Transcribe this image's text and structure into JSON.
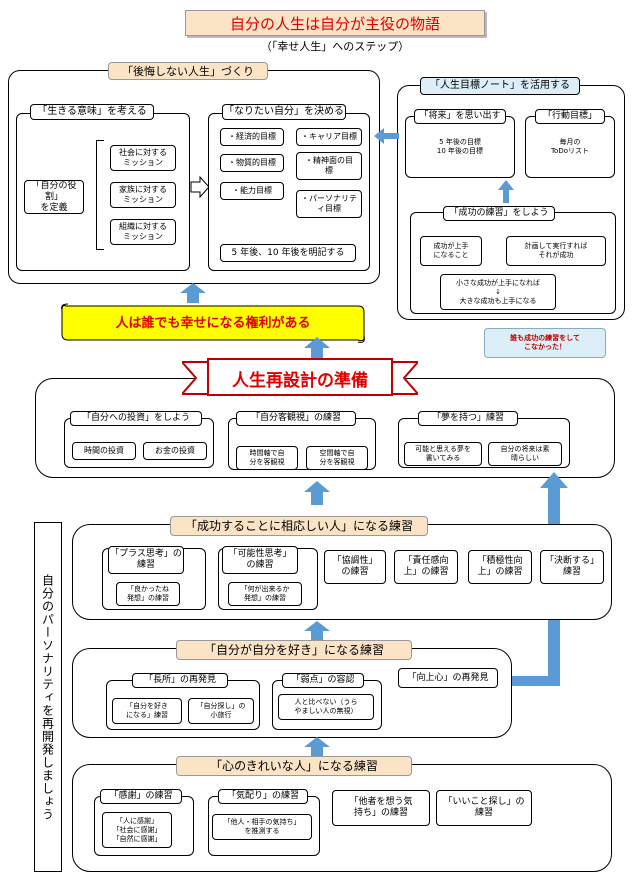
{
  "header": {
    "title": "自分の人生は自分が主役の物語",
    "subtitle": "（「幸せ人生」へのステップ）"
  },
  "top_left": {
    "title": "「後悔しない人生」づくり",
    "meaning": {
      "title": "「生きる意味」を考える",
      "role": "「自分の役割」\nを定義",
      "missions": [
        "社会に対する\nミッション",
        "家族に対する\nミッション",
        "組織に対する\nミッション"
      ]
    },
    "ideal": {
      "title": "「なりたい自分」を決める",
      "goals": [
        "・経済的目標",
        "・キャリア目標",
        "・物質的目標",
        "・精神面の目\n標",
        "・能力目標",
        "・パーソナリテ\nィ目標"
      ],
      "clarify": "5 年後、10 年後を明記する"
    }
  },
  "top_right": {
    "title": "「人生目標ノート」を活用する",
    "future": {
      "title": "「将来」を思い出す",
      "text": "5 年後の目標\n10 年後の目標"
    },
    "action": {
      "title": "「行動目標」",
      "text": "毎月の\nToDoリスト"
    },
    "success": {
      "title": "「成功の練習」をしよう",
      "items": [
        "成功が上手\nになること",
        "計画して実行すれば\nそれが成功",
        "小さな成功が上手になれば\n↓\n大きな成功も上手になる"
      ]
    },
    "callout": "誰も成功の練習をして\nこなかった！"
  },
  "banner": "人は誰でも幸せになる権利がある",
  "prep": {
    "title": "人生再設計の準備",
    "invest": {
      "title": "「自分への投資」をしよう",
      "items": [
        "時間の投資",
        "お金の投資"
      ]
    },
    "objective": {
      "title": "「自分客観視」の練習",
      "items": [
        "時間軸で自\n分を客観視",
        "空間軸で自\n分を客観視"
      ]
    },
    "dream": {
      "title": "「夢を持つ」練習",
      "items": [
        "可能と思える夢を\n書いてみる",
        "自分の将来は素\n晴らしい"
      ]
    }
  },
  "side_label": "自分のパーソナリティを再開発しましょう",
  "level3": {
    "title": "「成功することに相応しい人」になる練習",
    "plus": {
      "title": "「プラス思考」の\n練習",
      "sub": "「良かったね\n発想」の練習"
    },
    "possible": {
      "title": "「可能性思考」\nの練習",
      "sub": "「何が出来るか\n発想」の練習"
    },
    "others": [
      "「協調性」\nの練習",
      "「責任感向\n上」の練習",
      "「積極性向\n上」の練習",
      "「決断する」\n練習"
    ]
  },
  "level2": {
    "title": "「自分が自分を好き」になる練習",
    "strength": {
      "title": "「長所」の再発見",
      "items": [
        "「自分を好き\nになる」練習",
        "「自分探し」の\n小旅行"
      ]
    },
    "weakness": {
      "title": "「弱点」の容認",
      "sub": "人と比べない（うら\nやましい人の無視）"
    },
    "improve": "「向上心」の再発見"
  },
  "level1": {
    "title": "「心のきれいな人」になる練習",
    "thanks": {
      "title": "「感謝」の練習",
      "sub": "「人に感謝」\n「社会に感謝」\n「自然に感謝」"
    },
    "care": {
      "title": "「気配り」の練習",
      "sub": "「他人・相手の気持ち」\nを推測する"
    },
    "others": [
      "「他者を想う気\n持ち」の練習",
      "「いいこと探し」の\n練習"
    ]
  },
  "colors": {
    "peach": "#fbe3c5",
    "blue_box": "#dceef8",
    "arrow": "#5b9bd5",
    "banner": "#ffff00",
    "accent_red": "#e00000"
  }
}
